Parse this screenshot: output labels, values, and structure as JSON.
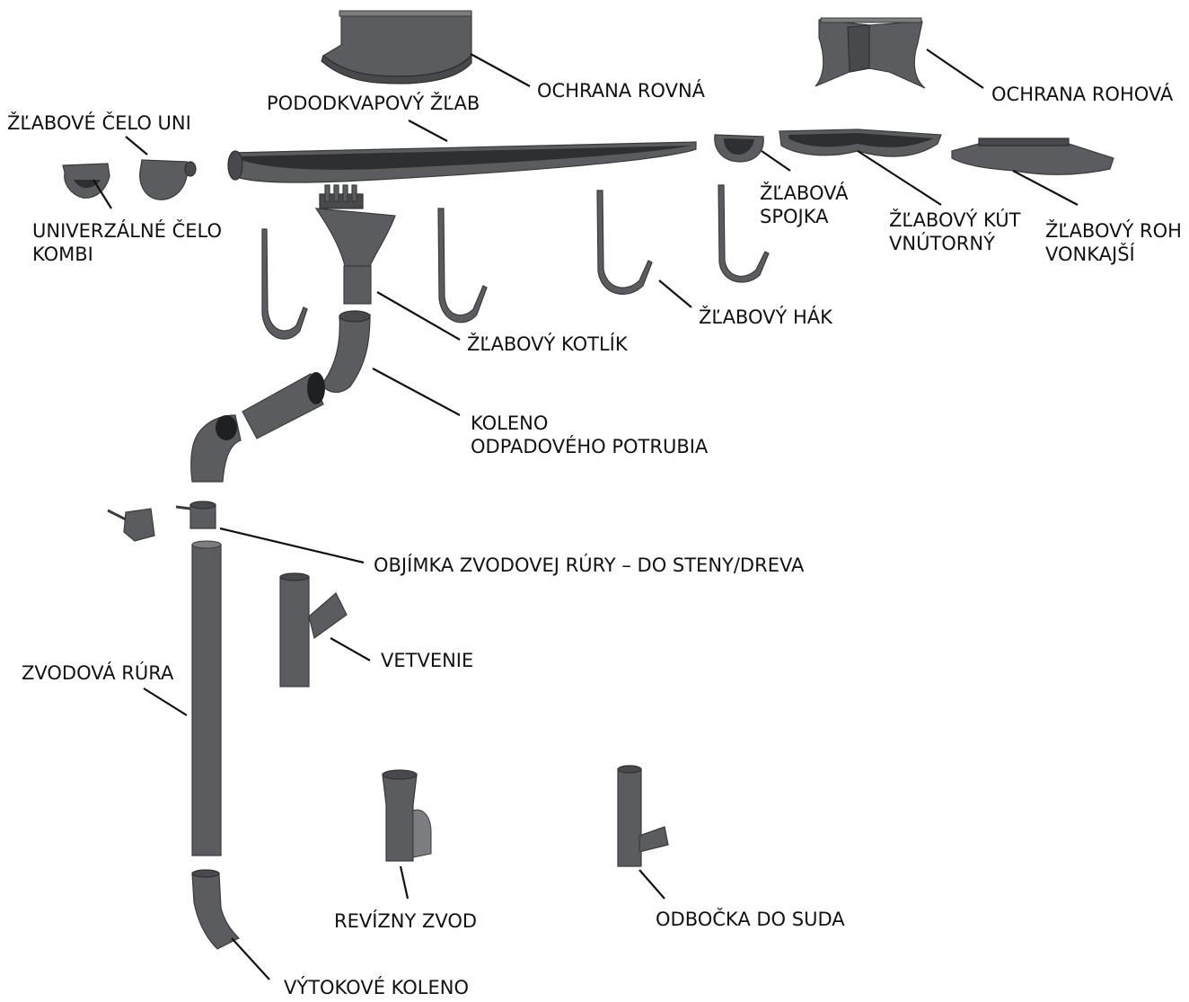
{
  "labels": {
    "ochrana_rovna": "OCHRANA ROVNÁ",
    "ochrana_rohova": "OCHRANA ROHOVÁ",
    "pododkvapovy_zlab": "PODODKVAPOVÝ ŽĽAB",
    "zlabove_celo_uni": "ŽĽABOVÉ ČELO UNI",
    "univerzalne_celo_1": "UNIVERZÁLNÉ ČELO",
    "univerzalne_celo_2": "KOMBI",
    "zlabova_spojka_1": "ŽĽABOVÁ",
    "zlabova_spojka_2": "SPOJKA",
    "zlabovy_kut_1": "ŽĽABOVÝ KÚT",
    "zlabovy_kut_2": "VNÚTORNÝ",
    "zlabovy_roh_1": "ŽĽABOVÝ ROH",
    "zlabovy_roh_2": "VONKAJŠÍ",
    "zlabovy_hak": "ŽĽABOVÝ HÁK",
    "zlabovy_kotlik": "ŽĽABOVÝ KOTLÍK",
    "koleno_1": "KOLENO",
    "koleno_2": "ODPADOVÉHO POTRUBIA",
    "objimka": "OBJÍMKA ZVODOVEJ RÚRY – DO STENY/DREVA",
    "vetvenie": "VETVENIE",
    "zvodova_rura": "ZVODOVÁ RÚRA",
    "revizny_zvod": "REVÍZNY ZVOD",
    "odbocka": "ODBOČKA DO SUDA",
    "vytokove_koleno": "VÝTOKOVÉ KOLENO"
  },
  "colors": {
    "part": "#5a5c5f",
    "part_dark": "#47494c",
    "text": "#111111",
    "background": "#ffffff"
  }
}
